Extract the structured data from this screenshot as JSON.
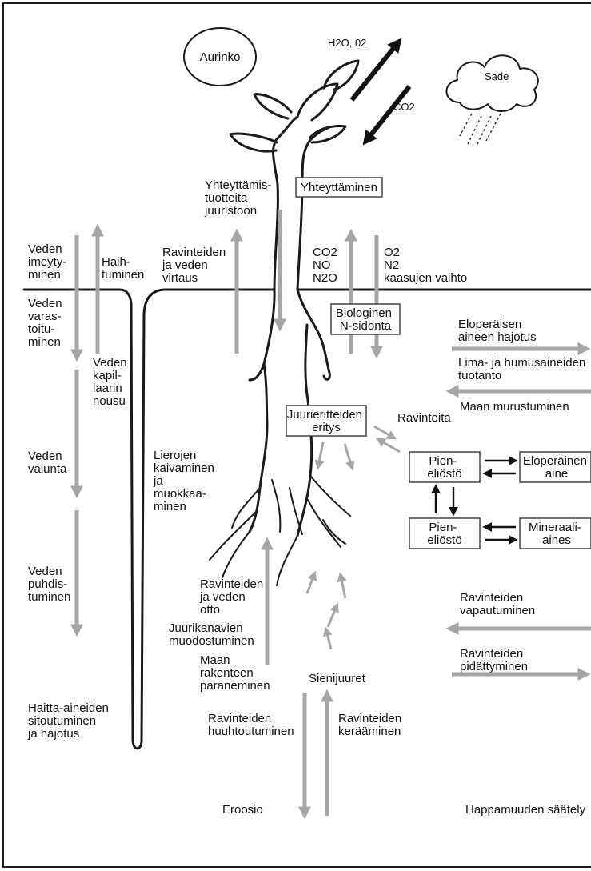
{
  "sun": "Aurinko",
  "cloud": "Sade",
  "gas_out": "H2O, 02",
  "gas_in": "CO2",
  "photosynthesis_box": "Yhteyttäminen",
  "products_to_roots": [
    "Yhteyttämis-",
    "tuotteita",
    "juuristoon"
  ],
  "water_absorption": [
    "Veden",
    "imeyty-",
    "minen"
  ],
  "evaporation": [
    "Haih-",
    "tuminen"
  ],
  "nutrient_water_flow": [
    "Ravinteiden",
    "ja veden",
    "virtaus"
  ],
  "soil_gases_in": [
    "CO2",
    "NO",
    "N2O"
  ],
  "soil_gases_out": [
    "O2",
    "N2",
    "kaasujen vaihto"
  ],
  "nfix_box": [
    "Biologinen",
    "N-sidonta"
  ],
  "water_storage": [
    "Veden",
    "varas-",
    "toitu-",
    "minen"
  ],
  "capillary_rise": [
    "Veden",
    "kapil-",
    "laarin",
    "nousu"
  ],
  "organic_decomp": [
    "Eloperäisen",
    "aineen hajotus"
  ],
  "mucus_humus": [
    "Lima- ja humusaineiden",
    "tuotanto"
  ],
  "aggregation": "Maan murustuminen",
  "exudation_box": [
    "Juurieritteiden",
    "eritys"
  ],
  "nutrients_small": "Ravinteita",
  "runoff": [
    "Veden",
    "valunta"
  ],
  "earthworms": [
    "Lierojen",
    "kaivaminen",
    "ja",
    "muokkaa-",
    "minen"
  ],
  "microbes_box_1": [
    "Pien-",
    "eliöstö"
  ],
  "organic_matter_box": [
    "Eloperäinen",
    "aine"
  ],
  "microbes_box_2": [
    "Pien-",
    "eliöstö"
  ],
  "mineral_box": [
    "Mineraali-",
    "aines"
  ],
  "water_purification": [
    "Veden",
    "puhdis-",
    "tuminen"
  ],
  "nutrient_water_uptake": [
    "Ravinteiden",
    "ja veden",
    "otto"
  ],
  "root_channels": [
    "Juurikanavien",
    "muodostuminen"
  ],
  "soil_structure": [
    "Maan",
    "rakenteen",
    "paraneminen"
  ],
  "mycorrhiza": "Sienijuuret",
  "nutrient_release": [
    "Ravinteiden",
    "vapautuminen"
  ],
  "nutrient_retention": [
    "Ravinteiden",
    "pidättyminen"
  ],
  "pollutant_binding": [
    "Haitta-aineiden",
    "sitoutuminen",
    "ja hajotus"
  ],
  "leaching": [
    "Ravinteiden",
    "huuhtoutuminen"
  ],
  "nutrient_collection": [
    "Ravinteiden",
    "kerääminen"
  ],
  "erosion": "Eroosio",
  "acidity_regulation": "Happamuuden säätely"
}
